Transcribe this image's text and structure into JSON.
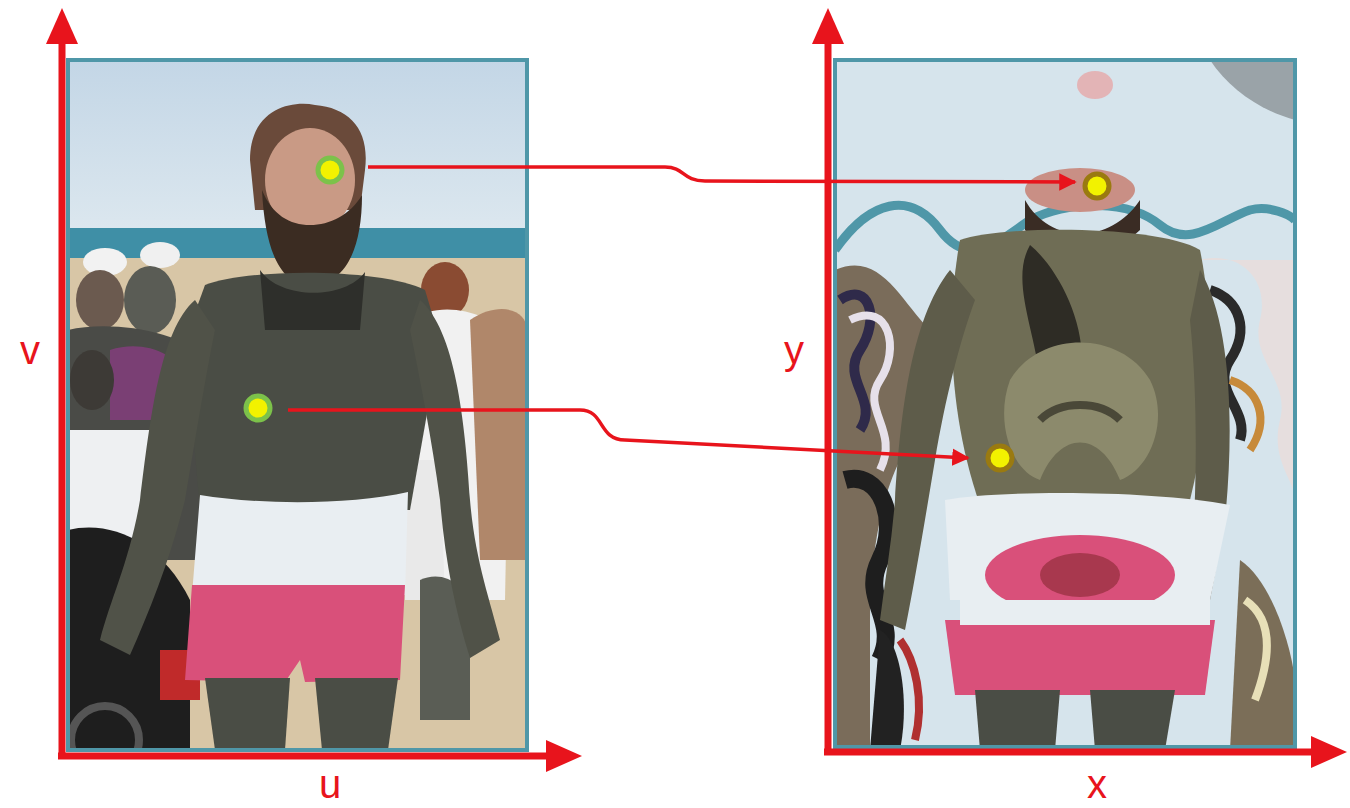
{
  "diagram": {
    "labels": [
      "v",
      "u",
      "y",
      "x"
    ]
  }
}
